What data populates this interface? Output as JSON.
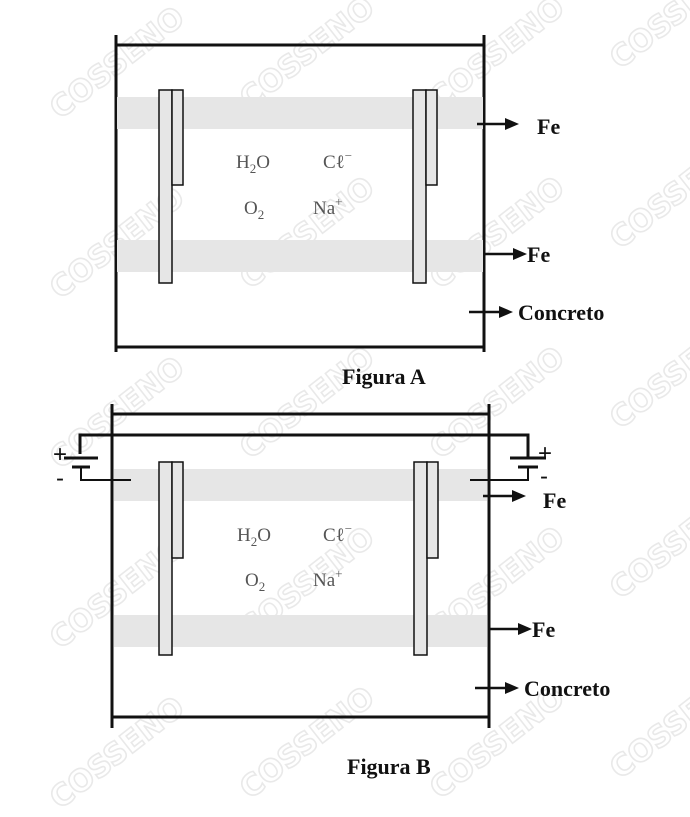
{
  "figure_a": {
    "caption": "Figura A",
    "label_fe_top": "Fe",
    "label_fe_bottom": "Fe",
    "label_concreto": "Concreto",
    "species": {
      "h2o_main": "H",
      "h2o_sub": "2",
      "h2o_end": "O",
      "cl": "Cℓ",
      "cl_sup": "−",
      "o2_main": "O",
      "o2_sub": "2",
      "na": "Na",
      "na_sup": "+"
    }
  },
  "figure_b": {
    "caption": "Figura B",
    "label_fe_top": "Fe",
    "label_fe_bottom": "Fe",
    "label_concreto": "Concreto",
    "battery_left_plus": "+",
    "battery_left_minus": "-",
    "battery_right_plus": "+",
    "battery_right_minus": "-",
    "species": {
      "h2o_main": "H",
      "h2o_sub": "2",
      "h2o_end": "O",
      "cl": "Cℓ",
      "cl_sup": "−",
      "o2_main": "O",
      "o2_sub": "2",
      "na": "Na",
      "na_sup": "+"
    }
  },
  "watermark": "COSSENO",
  "colors": {
    "bar_fill": "#e6e6e6",
    "stroke": "#111111",
    "species_text": "#555555",
    "watermark": "#e9e9e9"
  }
}
